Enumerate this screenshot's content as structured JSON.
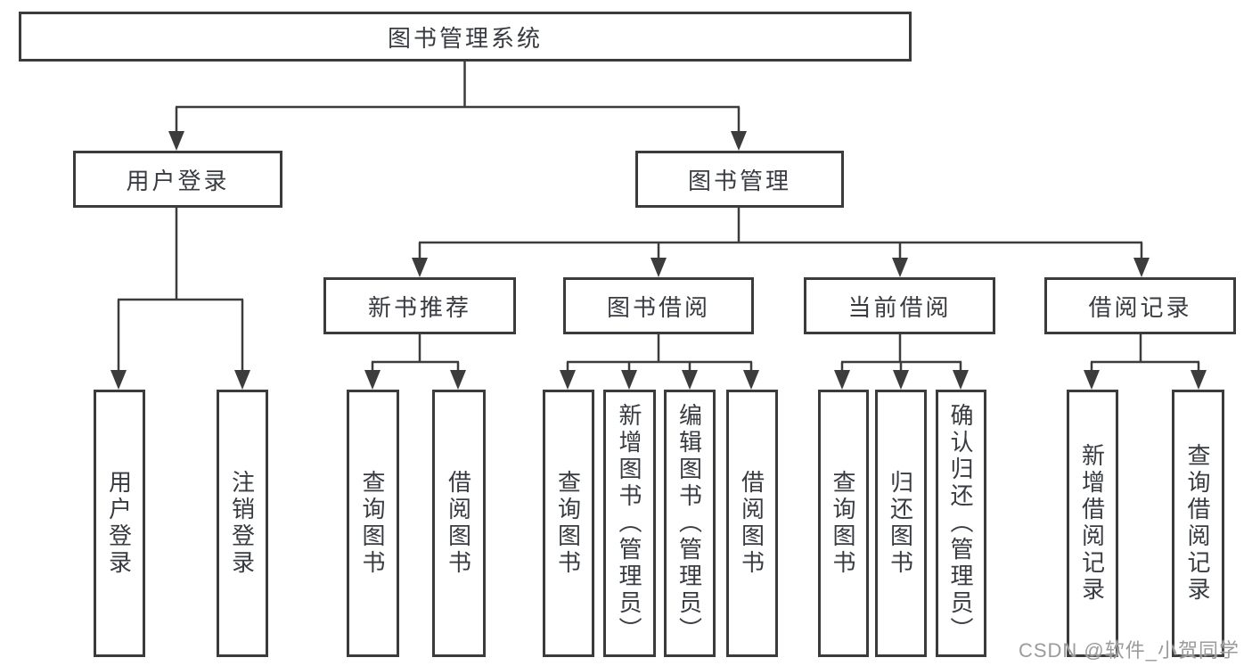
{
  "root": {
    "label": "图书管理系统"
  },
  "level2": {
    "user_login": {
      "label": "用户登录"
    },
    "book_mgmt": {
      "label": "图书管理"
    }
  },
  "level3": {
    "new_books": {
      "label": "新书推荐"
    },
    "book_borrow": {
      "label": "图书借阅"
    },
    "current_borrow": {
      "label": "当前借阅"
    },
    "borrow_records": {
      "label": "借阅记录"
    }
  },
  "leaves": {
    "user_login": {
      "label": "用户登录"
    },
    "logout": {
      "label": "注销登录"
    },
    "rec_query": {
      "label": "查询图书"
    },
    "rec_borrow": {
      "label": "借阅图书"
    },
    "bor_query": {
      "label": "查询图书"
    },
    "bor_add": {
      "label": "新增图书（管理员）"
    },
    "bor_edit": {
      "label": "编辑图书（管理员）"
    },
    "bor_lend": {
      "label": "借阅图书"
    },
    "cur_query": {
      "label": "查询图书"
    },
    "cur_return": {
      "label": "归还图书"
    },
    "cur_confirm": {
      "label": "确认归还（管理员）"
    },
    "rcd_add": {
      "label": "新增借阅记录"
    },
    "rcd_query": {
      "label": "查询借阅记录"
    }
  },
  "watermark": {
    "text": "CSDN @软件_小贺同学"
  },
  "colors": {
    "line": "#3c3c3c",
    "border": "#3b3b3b",
    "text": "#383b40",
    "watermark": "#9b9b9b",
    "background": "#ffffff"
  }
}
